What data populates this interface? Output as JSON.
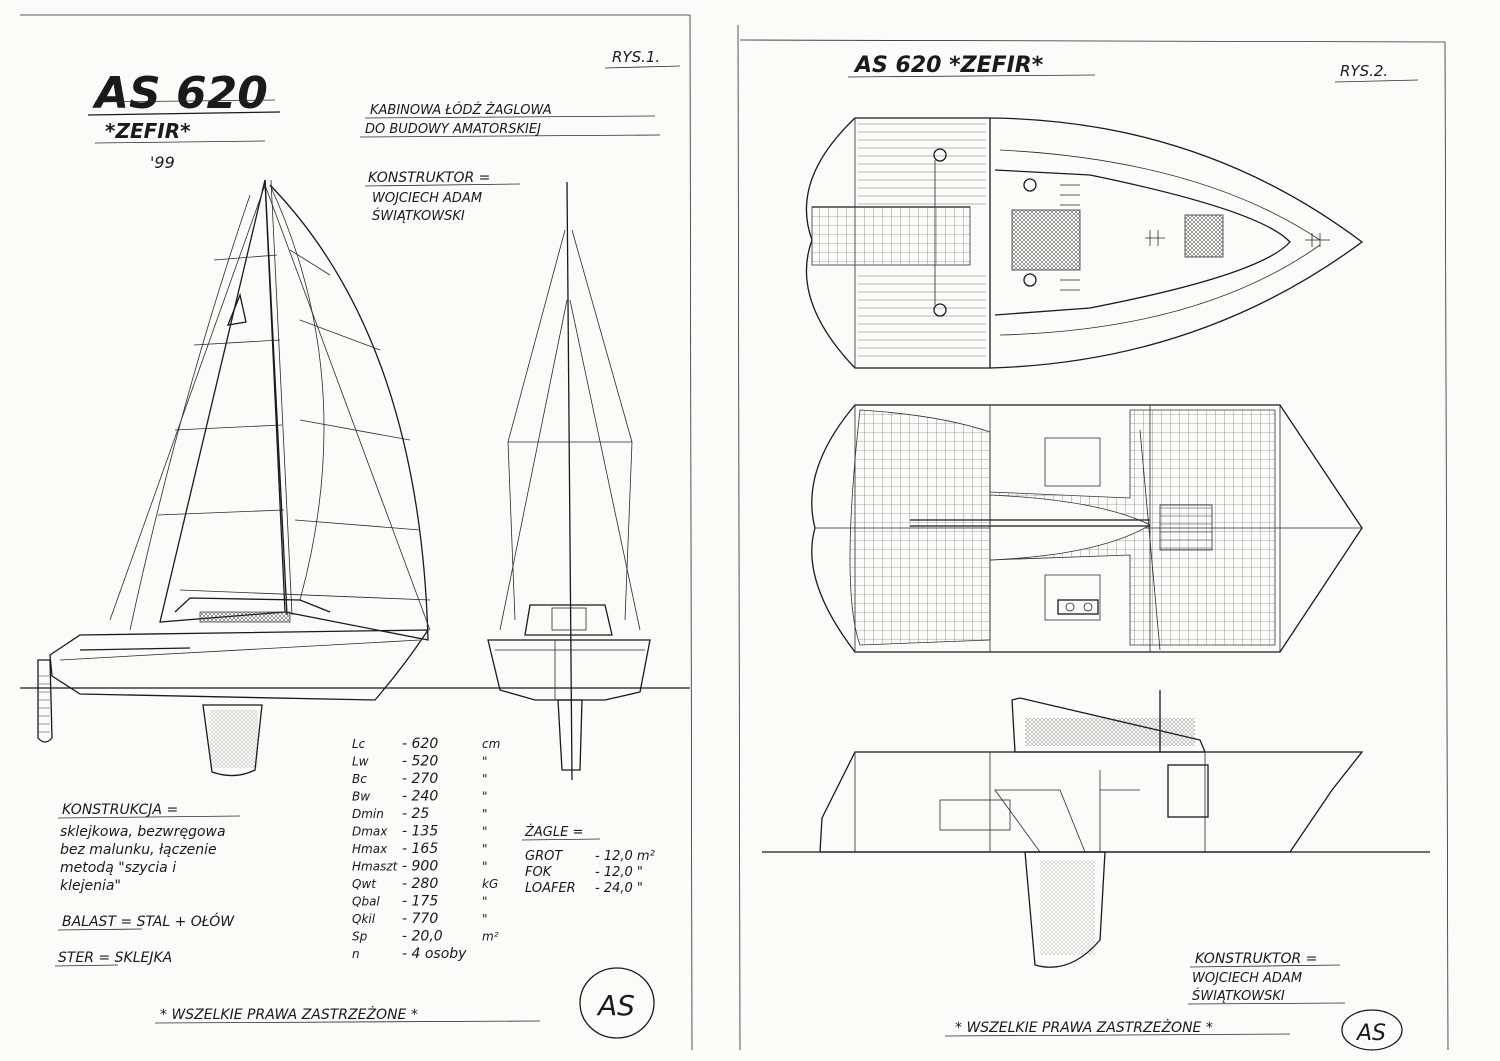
{
  "sheet1": {
    "fig_label": "RYS.1.",
    "model": "AS 620",
    "name": "*ZEFIR*",
    "year": "'99",
    "description_line1": "KABINOWA ŁÓDŹ ŻAGLOWA",
    "description_line2": "DO BUDOWY AMATORSKIEJ",
    "designer_heading": "KONSTRUKTOR =",
    "designer_line1": "WOJCIECH ADAM",
    "designer_line2": "ŚWIĄTKOWSKI",
    "construction_heading": "KONSTRUKCJA =",
    "construction_lines": [
      "sklejkowa, bezwręgowa",
      "bez malunku, łączenie",
      "metodą \"szycia i",
      "klejenia\""
    ],
    "ballast": "BALAST = STAL + OŁÓW",
    "rudder": "STER = SKLEJKA",
    "specs": [
      {
        "symbol": "Lc",
        "value": "- 620",
        "unit": "cm"
      },
      {
        "symbol": "Lw",
        "value": "- 520",
        "unit": "\""
      },
      {
        "symbol": "Bc",
        "value": "- 270",
        "unit": "\""
      },
      {
        "symbol": "Bw",
        "value": "- 240",
        "unit": "\""
      },
      {
        "symbol": "Dmin",
        "value": "- 25",
        "unit": "\""
      },
      {
        "symbol": "Dmax",
        "value": "- 135",
        "unit": "\""
      },
      {
        "symbol": "Hmax",
        "value": "- 165",
        "unit": "\""
      },
      {
        "symbol": "Hmaszt",
        "value": "- 900",
        "unit": "\""
      },
      {
        "symbol": "Qwt",
        "value": "- 280",
        "unit": "kG"
      },
      {
        "symbol": "Qbal",
        "value": "- 175",
        "unit": "\""
      },
      {
        "symbol": "Qkil",
        "value": "- 770",
        "unit": "\""
      },
      {
        "symbol": "Sp",
        "value": "- 20,0",
        "unit": "m²"
      },
      {
        "symbol": "n",
        "value": "- 4 osoby",
        "unit": ""
      }
    ],
    "sails_heading": "ŻAGLE =",
    "sails": [
      {
        "name": "GROT",
        "value": "- 12,0 m²"
      },
      {
        "name": "FOK",
        "value": "- 12,0 \""
      },
      {
        "name": "LOAFER",
        "value": "- 24,0 \""
      }
    ],
    "rights": "* WSZELKIE PRAWA ZASTRZEŻONE *",
    "stamp": "AS"
  },
  "sheet2": {
    "fig_label": "RYS.2.",
    "title": "AS 620 *ZEFIR*",
    "designer_heading": "KONSTRUKTOR =",
    "designer_line1": "WOJCIECH ADAM",
    "designer_line2": "ŚWIĄTKOWSKI",
    "rights": "* WSZELKIE PRAWA ZASTRZEŻONE *",
    "stamp": "AS"
  }
}
